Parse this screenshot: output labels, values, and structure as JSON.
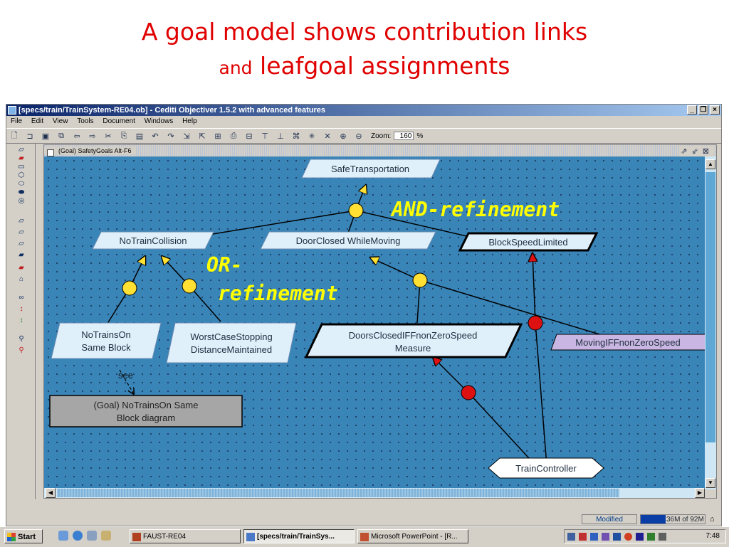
{
  "slide": {
    "title_line1": "A goal model shows contribution links",
    "title_line2_small": "and",
    "title_line2_rest": " leafgoal assignments"
  },
  "window": {
    "title": "[specs/train/TrainSystem-RE04.ob] - Cediti Objectiver 1.5.2 with advanced features",
    "buttons": [
      "_",
      "\u0013",
      "×"
    ]
  },
  "menu": [
    "File",
    "Edit",
    "View",
    "Tools",
    "Document",
    "Windows",
    "Help"
  ],
  "toolbar": {
    "zoom_label": "Zoom:",
    "zoom_value": "160",
    "zoom_unit": "%"
  },
  "document": {
    "title": "(Goal) SafetyGoals  Alt-F6"
  },
  "diagram": {
    "goals": {
      "safe": "SafeTransportation",
      "nocol": "NoTrainCollision",
      "door": "DoorClosed WhileMoving",
      "block": "BlockSpeedLimited",
      "ntosb1": "NoTrainsOn",
      "ntosb2": "Same Block",
      "wcs1": "WorstCaseStopping",
      "wcs2": "DistanceMaintained",
      "dcm1": "DoorsClosedIFFnonZeroSpeed",
      "dcm2": "Measure",
      "moving": "MovingIFFnonZeroSpeed",
      "ref1": "(Goal) NoTrainsOn Same",
      "ref2": "Block diagram",
      "agent": "TrainController",
      "see": "see"
    },
    "annotations": {
      "and": "AND-refinement",
      "or1": "OR-",
      "or2": "refinement"
    },
    "colors": {
      "canvas": "#3a85b8",
      "goal_fill": "#dff0fb",
      "expectation_fill": "#c9b6e2",
      "refinement_node": "#ffe033",
      "assignment_node": "#dd1111",
      "annotation_text": "#ffff00"
    }
  },
  "status": {
    "modified": "Modified",
    "memory": "36M of 92M",
    "memory_fraction": 0.39
  },
  "taskbar": {
    "start": "Start",
    "tasks": [
      "FAUST-RE04",
      "[specs/train/TrainSys...",
      "Microsoft PowerPoint - [R..."
    ],
    "clock": "7:48"
  }
}
